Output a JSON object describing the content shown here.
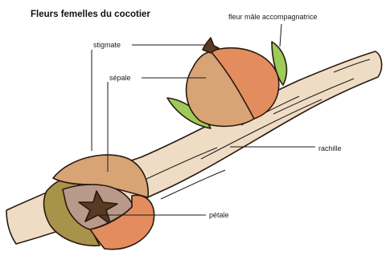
{
  "title": "Fleurs femelles du cocotier",
  "labels": {
    "fleur_male": "fleur mâle accompagnatrice",
    "stigmate": "stigmate",
    "sepale": "sépale",
    "rachille": "rachille",
    "petale": "pétale"
  },
  "colors": {
    "rachis": "#efdcc4",
    "rachis_outline": "#2a1a10",
    "bud_tan": "#d8a476",
    "bud_orange": "#e38d5f",
    "bud_olive": "#a9924a",
    "leaf_green": "#9ecb58",
    "center_dark": "#5a3a22",
    "petal_mauve": "#b99a8a"
  }
}
